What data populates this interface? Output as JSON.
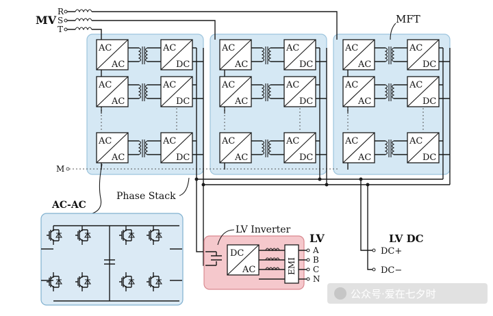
{
  "labels": {
    "mv": "MV",
    "phase_r": "R",
    "phase_s": "S",
    "phase_t": "T",
    "mft": "MFT",
    "neutral_m": "M",
    "phase_stack": "Phase Stack",
    "acac_title": "AC-AC",
    "lv_inverter": "LV Inverter",
    "lv": "LV",
    "lv_dc": "LV DC",
    "dc_plus": "DC+",
    "dc_minus": "DC−",
    "out_a": "A",
    "out_b": "B",
    "out_c": "C",
    "out_n": "N"
  },
  "converter": {
    "ac_top": "AC",
    "ac_bottom": "AC",
    "dc_top": "AC",
    "dc_bottom": "DC",
    "inv_top": "DC",
    "inv_bottom": "AC",
    "emi": "EMI"
  },
  "watermark": "公众号·爱在七夕时",
  "colors": {
    "stack_fill": "#d5e8f4",
    "acac_fill": "#dbeaf5",
    "lv_inverter_fill": "#f5c8cc"
  }
}
